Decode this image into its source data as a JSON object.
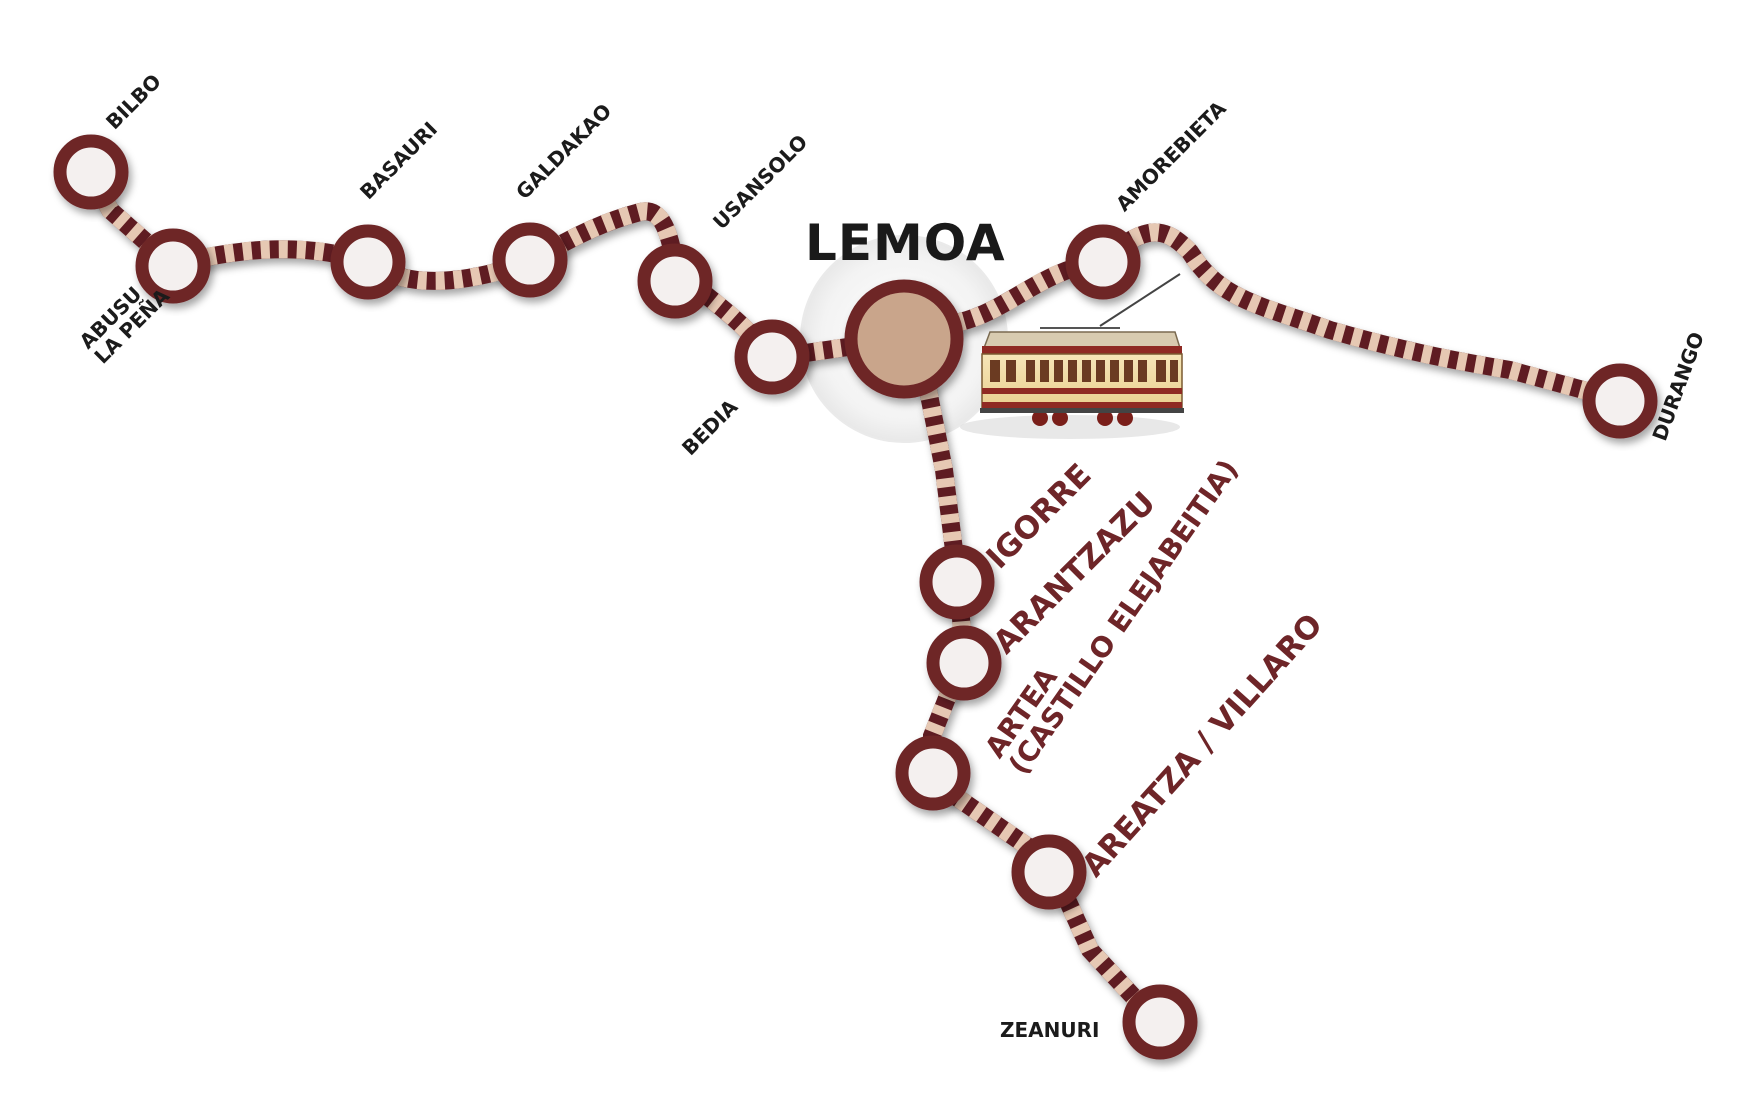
{
  "map": {
    "hub": {
      "name": "LEMOA"
    },
    "stations": {
      "bilbo": "BILBO",
      "abusu_line1": "ABUSU",
      "abusu_line2": "LA PEÑA",
      "basauri": "BASAURI",
      "galdakao": "GALDAKAO",
      "usansolo": "USANSOLO",
      "bedia": "BEDIA",
      "amorebieta": "AMOREBIETA",
      "durango": "DURANGO",
      "igorre": "IGORRE",
      "arantzazu": "ARANTZAZU",
      "artea_line1": "ARTEA",
      "artea_line2": "(CASTILLO ELEJABEITIA)",
      "areatza": "AREATZA / VILLARO",
      "zeanuri": "ZEANURI"
    },
    "colors": {
      "track_dark": "#5e1f22",
      "track_light": "#e6c8b3",
      "station_ring": "#6e2528",
      "station_fill": "#f4f0ef",
      "hub_fill": "#c9a58b",
      "label_primary": "#6e2528",
      "label_secondary": "#1b1b1b"
    },
    "illustration": {
      "icon": "tram-icon"
    }
  }
}
